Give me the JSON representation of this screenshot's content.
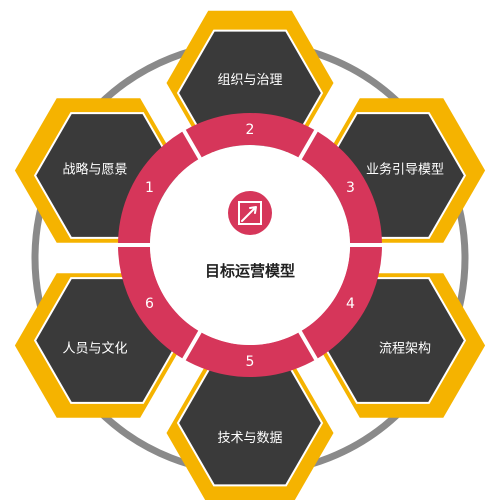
{
  "title": "目标运营模型",
  "icon": "cursor-arrow-icon",
  "colors": {
    "gold": "#F5B300",
    "hex": "#3A3A3A",
    "ring": "#D6365A",
    "outer_circle": "#8A8A8A",
    "center_fill": "#FFFFFF",
    "text_light": "#FFFFFF",
    "text_dark": "#222222"
  },
  "segments": [
    {
      "number": "1",
      "label": "战略与愿景"
    },
    {
      "number": "2",
      "label": "组织与治理"
    },
    {
      "number": "3",
      "label": "业务引导模型"
    },
    {
      "number": "4",
      "label": "流程架构"
    },
    {
      "number": "5",
      "label": "技术与数据"
    },
    {
      "number": "6",
      "label": "人员与文化"
    }
  ]
}
